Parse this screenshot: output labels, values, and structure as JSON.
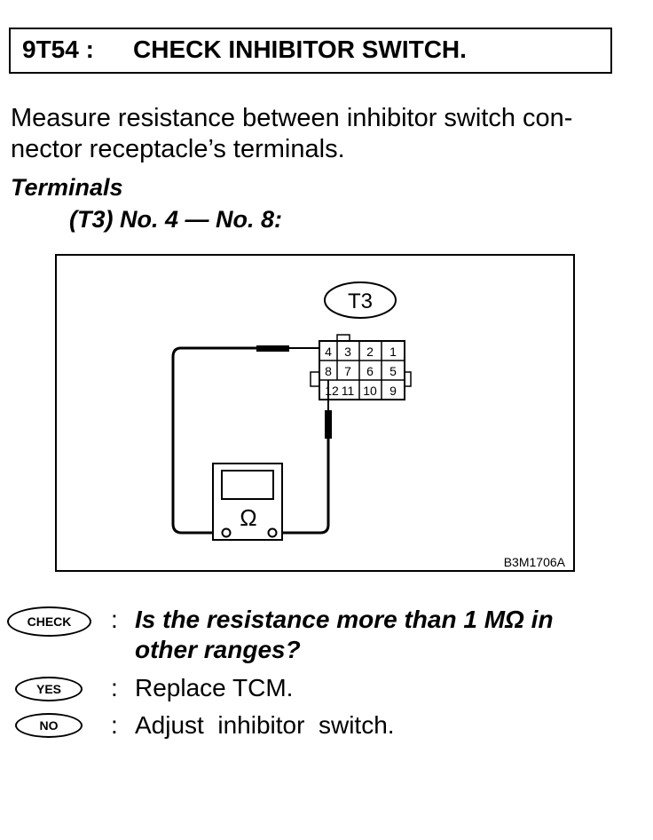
{
  "header": {
    "code": "9T54 :",
    "title": "CHECK INHIBITOR SWITCH."
  },
  "instruction": {
    "line1": "Measure resistance between inhibitor switch con-",
    "line2": "nector receptacle’s terminals."
  },
  "terminals": {
    "heading": "Terminals",
    "spec": "(T3) No. 4 — No. 8:"
  },
  "figure": {
    "connector_label": "T3",
    "terminal_numbers": [
      "4",
      "3",
      "2",
      "1",
      "8",
      "7",
      "6",
      "5",
      "12",
      "11",
      "10",
      "9"
    ],
    "meter_symbol": "Ω",
    "figure_code": "B3M1706A"
  },
  "check": {
    "badge": "CHECK",
    "colon": ":",
    "question_line1": "Is the resistance more than 1 MΩ in",
    "question_line2": "other ranges?"
  },
  "yes": {
    "badge": "YES",
    "colon": ":",
    "answer": "Replace TCM."
  },
  "no": {
    "badge": "NO",
    "colon": ":",
    "answer": "Adjust  inhibitor  switch."
  }
}
